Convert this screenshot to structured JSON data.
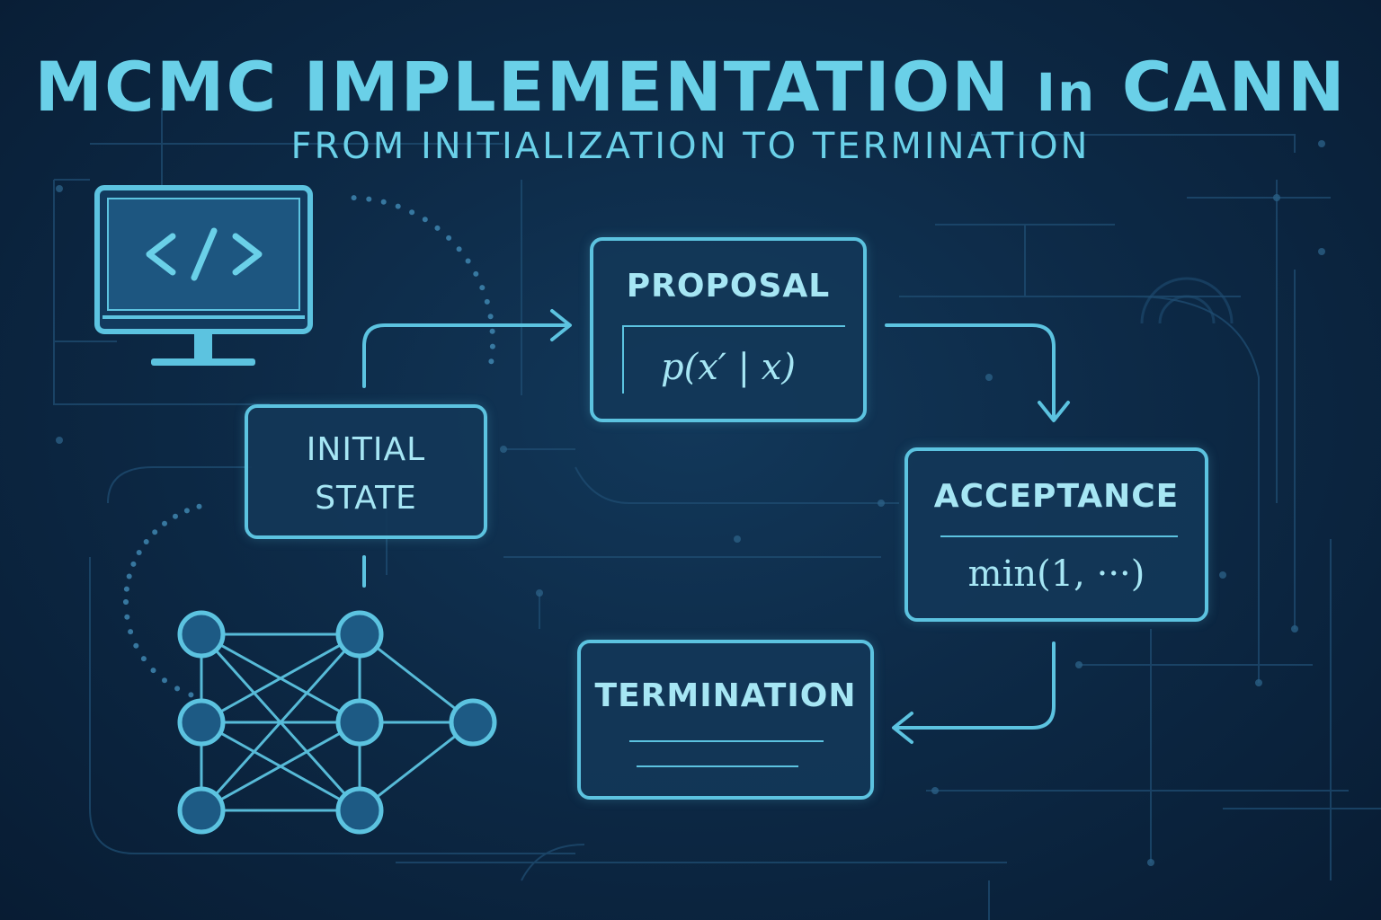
{
  "title": {
    "main": "MCMC IMPLEMENTATION",
    "connector": "In",
    "end": "CANN"
  },
  "subtitle": "FROM INITIALIZATION TO TERMINATION",
  "nodes": {
    "initial_state": {
      "line1": "INITIAL",
      "line2": "STATE"
    },
    "proposal": {
      "label": "PROPOSAL",
      "formula": "p(x′ | x)"
    },
    "acceptance": {
      "label": "ACCEPTANCE",
      "formula": "min(1, ···)"
    },
    "termination": {
      "label": "TERMINATION"
    }
  },
  "icons": {
    "computer": "code-monitor-icon",
    "network": "neural-network-icon"
  },
  "colors": {
    "background": "#0d2a47",
    "accent": "#5cc3e0",
    "title": "#6ad0e8",
    "text": "#a6e6f4"
  }
}
